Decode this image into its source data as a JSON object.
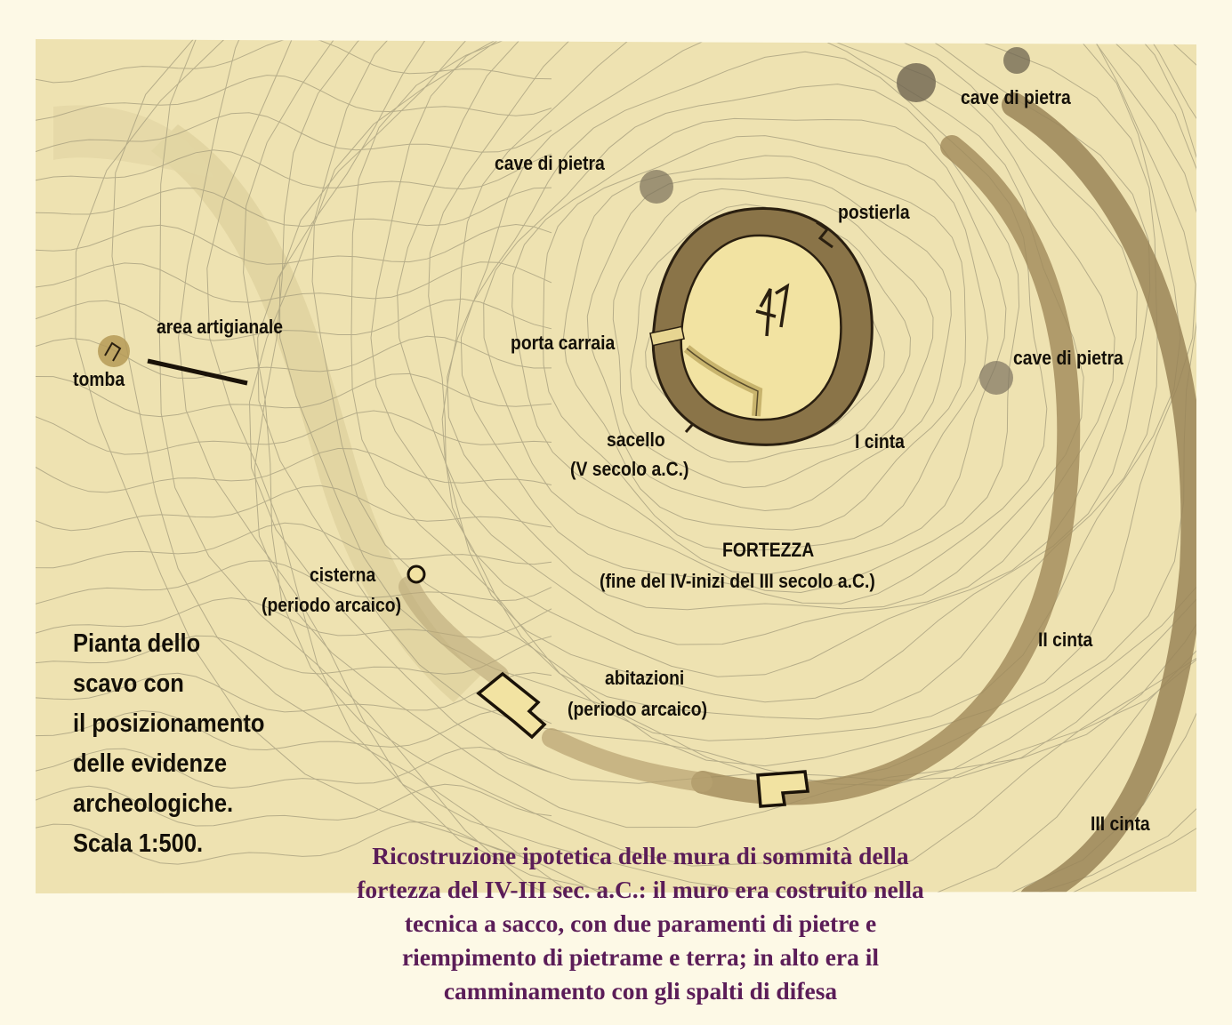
{
  "map": {
    "colors": {
      "background": "#fdf9e6",
      "terrain": "#eee2b1",
      "contour": "#a49c7c",
      "wall": "#8a7448",
      "wall_outline": "#2a1f10",
      "interior": "#f2e3a2",
      "quarry": "#6e6450",
      "caption": "#5b1d58"
    },
    "labels": {
      "cave_top_right": "cave di pietra",
      "cave_top_center": "cave di pietra",
      "postierla": "postierla",
      "area_artigianale": "area artigianale",
      "tomba": "tomba",
      "porta_carraia": "porta carraia",
      "cave_right": "cave di pietra",
      "sacello": "sacello",
      "sacello_period": "(V secolo a.C.)",
      "prima_cinta": "I cinta",
      "fortezza": "FORTEZZA",
      "fortezza_period": "(fine del IV-inizi del III secolo a.C.)",
      "cisterna": "cisterna",
      "cisterna_period": "(periodo arcaico)",
      "seconda_cinta": "II cinta",
      "abitazioni": "abitazioni",
      "abitazioni_period": "(periodo arcaico)",
      "terza_cinta": "III cinta"
    },
    "scale_caption": [
      "Pianta dello",
      "scavo con",
      "il posizionamento",
      "delle evidenze",
      "archeologiche.",
      "Scala 1:500."
    ]
  },
  "caption": {
    "lines": [
      "Ricostruzione ipotetica delle mura di sommità della",
      "fortezza del IV-III sec. a.C.: il muro era costruito nella",
      "tecnica a sacco, con due paramenti di pietre e",
      "riempimento di pietrame e terra; in alto era il",
      "camminamento con gli spalti di difesa"
    ]
  }
}
